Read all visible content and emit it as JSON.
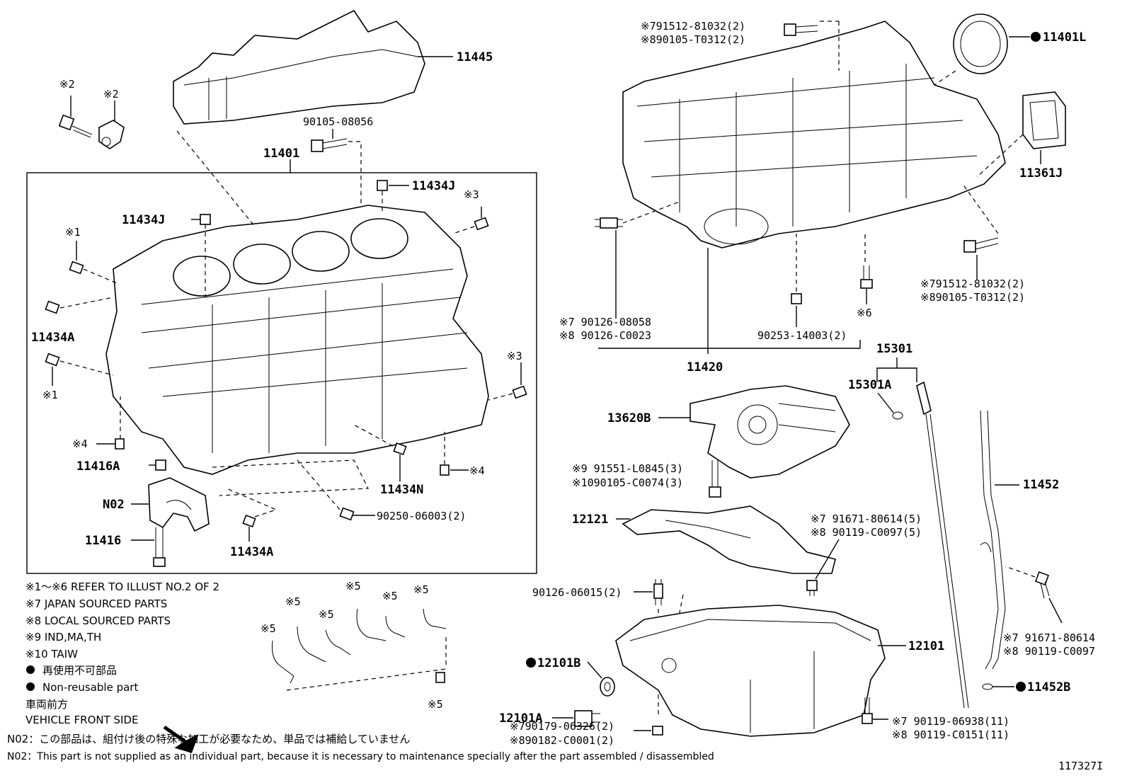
{
  "labels": {
    "p11445": "11445",
    "p90105_08056": "90105-08056",
    "p11401": "11401",
    "p11434J_a": "11434J",
    "p11434J_b": "11434J",
    "p11434A_a": "11434A",
    "p11434A_b": "11434A",
    "p11416A": "11416A",
    "pN02": "N02",
    "p11416": "11416",
    "p11434N": "11434N",
    "p90250": "90250-06003(2)",
    "m1a": "※1",
    "m1b": "※1",
    "m2a": "※2",
    "m2b": "※2",
    "m3a": "※3",
    "m3b": "※3",
    "m4a": "※4",
    "m4b": "※4",
    "p791512_top": "※791512-81032(2)",
    "p890105_top": "※890105-T0312(2)",
    "p11401L": "11401L",
    "p11361J": "11361J",
    "p791512_r": "※791512-81032(2)",
    "p890105_r": "※890105-T0312(2)",
    "m6": "※6",
    "p90126_08058": "※7 90126-08058",
    "p90126_C0023": "※8 90126-C0023",
    "p90253": "90253-14003(2)",
    "p11420": "11420",
    "p15301": "15301",
    "p15301A": "15301A",
    "p13620B": "13620B",
    "p91551": "※9 91551-L0845(3)",
    "p1090105": "※1090105-C0074(3)",
    "p11452": "11452",
    "p12121": "12121",
    "p91671_a": "※7  91671-80614(5)",
    "p90119_a": "※8  90119-C0097(5)",
    "p90126_06015": "90126-06015(2)",
    "p12101": "12101",
    "p91671_b": "※7  91671-80614",
    "p90119_b": "※8  90119-C0097",
    "p12101B": "12101B",
    "p12101A": "12101A",
    "p11452B": "11452B",
    "p790179": "※790179-06326(2)",
    "p890182": "※890182-C0001(2)",
    "p90119_06938": "※7  90119-06938(11)",
    "p90119_C0151": "※8  90119-C0151(11)",
    "m5": "※5",
    "illust_id": "117327I"
  },
  "notes": {
    "n1": "※1～※6  REFER TO ILLUST NO.2 OF 2",
    "n7": "※7   JAPAN SOURCED PARTS",
    "n8": "※8   LOCAL SOURCED PARTS",
    "n9": "※9   IND,MA,TH",
    "n10": "※10 TAIW",
    "jp_nonreuse": "再使用不可部品",
    "en_nonreuse": "Non-reusable part",
    "jp_front": "車両前方",
    "en_front": "VEHICLE FRONT SIDE",
    "n02_jp": "N02：この部品は、組付け後の特殊な加工が必要なため、単品では補給していません",
    "n02_en": "N02：This part is not supplied as an individual part, because it is necessary to maintenance specially after the part assembled / disassembled"
  }
}
